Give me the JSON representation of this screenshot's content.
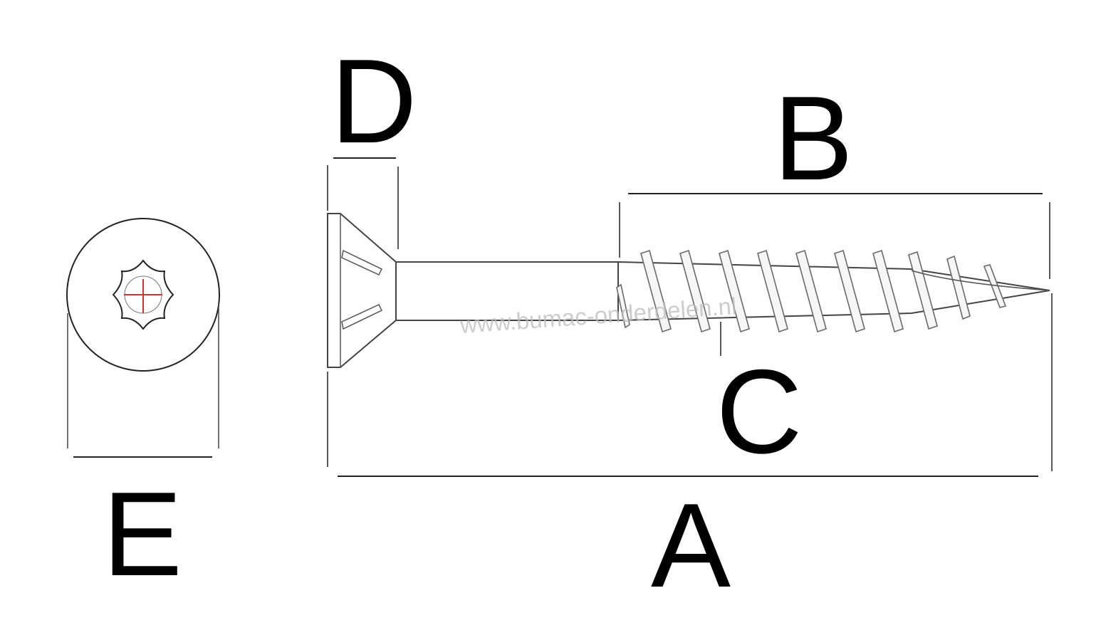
{
  "labels": {
    "A": "A",
    "B": "B",
    "C": "C",
    "D": "D",
    "E": "E"
  },
  "watermark": "www.bumac-onderdelen.nl",
  "colors": {
    "line": "#222222",
    "outline": "#555555",
    "thread": "#6a6a6a",
    "drive_cross": "#c23b3b",
    "watermark": "#bdbdbd"
  },
  "icons": {
    "head_top_view": "torx-drive-head",
    "screw_side_view": "countersunk-wood-screw"
  }
}
